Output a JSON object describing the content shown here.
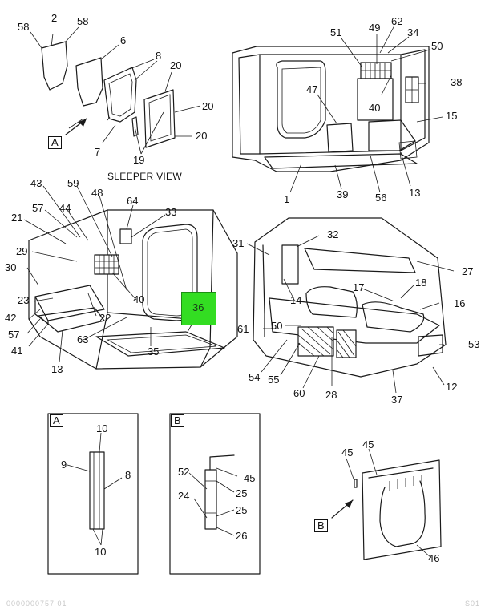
{
  "sleeper_caption": "SLEEPER VIEW",
  "highlight": {
    "label": "36",
    "color": "#33dd22"
  },
  "detail_boxes": {
    "A": "A",
    "B": "B"
  },
  "callouts": {
    "c2": "2",
    "c58a": "58",
    "c58b": "58",
    "c6": "6",
    "c8a": "8",
    "c20a": "20",
    "c20b": "20",
    "c20c": "20",
    "c7": "7",
    "c19": "19",
    "cA": "A",
    "c51": "51",
    "c49": "49",
    "c62": "62",
    "c34": "34",
    "c50a": "50",
    "c47": "47",
    "c38": "38",
    "c40a": "40",
    "c15": "15",
    "c1": "1",
    "c39": "39",
    "c56": "56",
    "c13a": "13",
    "c43": "43",
    "c59": "59",
    "c48": "48",
    "c64": "64",
    "c33": "33",
    "c57a": "57",
    "c44": "44",
    "c21": "21",
    "c29": "29",
    "c30": "30",
    "c23": "23",
    "c40b": "40",
    "c42": "42",
    "c57b": "57",
    "c22": "22",
    "c41": "41",
    "c63": "63",
    "c35": "35",
    "c13b": "13",
    "c31": "31",
    "c32": "32",
    "c27": "27",
    "c14": "14",
    "c17": "17",
    "c18": "18",
    "c16": "16",
    "c61": "61",
    "c50b": "50",
    "c53": "53",
    "c54": "54",
    "c55": "55",
    "c60": "60",
    "c28": "28",
    "c37": "37",
    "c12": "12",
    "c10a": "10",
    "c9": "9",
    "c8b": "8",
    "c10b": "10",
    "c52": "52",
    "c45a": "45",
    "c24": "24",
    "c25a": "25",
    "c25b": "25",
    "c26": "26",
    "c45b": "45",
    "c45c": "45",
    "c46": "46",
    "cB": "B"
  },
  "footer": {
    "left": "0000000757 01",
    "right": "S01"
  }
}
